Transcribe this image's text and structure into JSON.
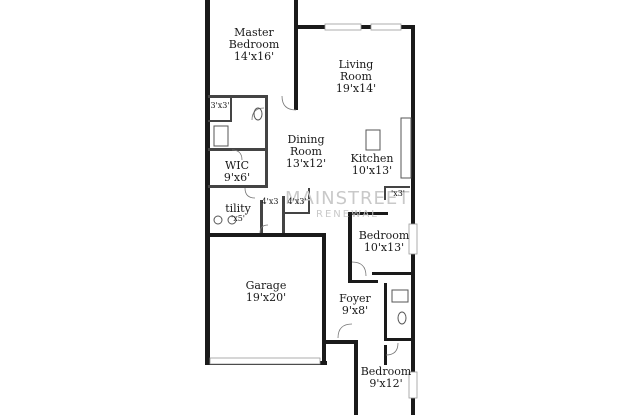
{
  "rooms": [
    {
      "id": "master-bedroom",
      "name": "Master\nBedroom",
      "size": "14'x16'"
    },
    {
      "id": "living-room",
      "name": "Living\nRoom",
      "size": "19'x14'"
    },
    {
      "id": "dining-room",
      "name": "Dining\nRoom",
      "size": "13'x12'"
    },
    {
      "id": "kitchen",
      "name": "Kitchen",
      "size": "10'x13'"
    },
    {
      "id": "wic",
      "name": "WIC",
      "size": "9'x6'"
    },
    {
      "id": "utility",
      "name": "tility",
      "size": "'x5'"
    },
    {
      "id": "bedroom-1",
      "name": "Bedroom",
      "size": "10'x13'"
    },
    {
      "id": "garage",
      "name": "Garage",
      "size": "19'x20'"
    },
    {
      "id": "foyer",
      "name": "Foyer",
      "size": "9'x8'"
    },
    {
      "id": "bedroom-2",
      "name": "Bedroom",
      "size": "9'x12'"
    }
  ],
  "small_labels": {
    "closet_3x3": "3'x3'",
    "closet_4x3_a": "4'x3",
    "closet_4x3_b": "4'x3'",
    "pantry": "'x3'"
  },
  "watermark": {
    "line1": "MAINSTREET",
    "line2": "RENEWAL"
  }
}
